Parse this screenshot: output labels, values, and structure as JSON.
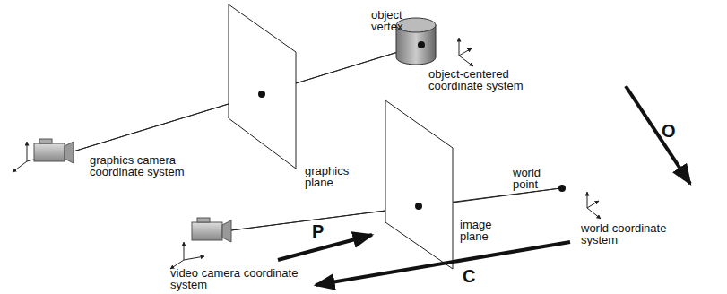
{
  "diagram": {
    "labels": [
      "object vertex",
      "object-centered coordinate system",
      "graphics plane",
      "graphics camera coordinate system",
      "O",
      "world point",
      "image plane",
      "world coordinate system",
      "P",
      "C",
      "video camera coordinate system"
    ]
  }
}
